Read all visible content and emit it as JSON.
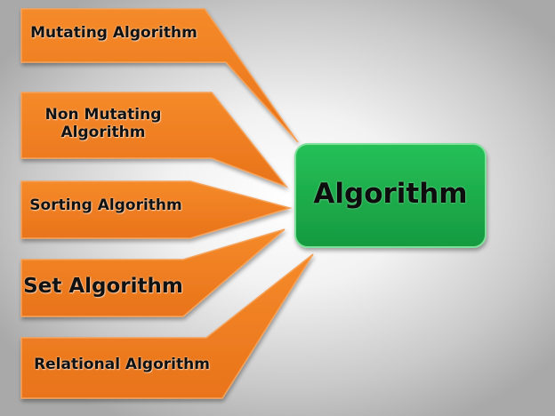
{
  "colors": {
    "callout_fill": "#f07d1e",
    "callout_stroke": "#f5a25a",
    "center_fill": "#1eb04c",
    "center_stroke": "#7fe09a",
    "text": "#111111"
  },
  "center": {
    "label": "Algorithm"
  },
  "callouts": [
    {
      "label": "Mutating Algorithm"
    },
    {
      "label": "Non Mutating Algorithm"
    },
    {
      "label": "Sorting Algorithm"
    },
    {
      "label": "Set Algorithm"
    },
    {
      "label": "Relational Algorithm"
    }
  ]
}
